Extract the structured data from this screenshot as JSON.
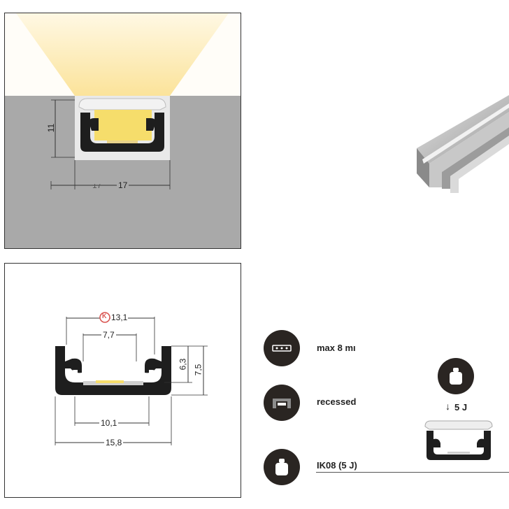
{
  "top_panel": {
    "dimension_height": "11",
    "dimension_width_left": "17",
    "dimension_width": "17",
    "colors": {
      "light": "#fbe9a6",
      "wall": "#a9a9a9",
      "led": "#f6dd6b",
      "profile": "#1e1e1e"
    }
  },
  "bottom_panel": {
    "dim_diffuser_width": "13,1",
    "dim_inner_top": "7,7",
    "dim_inner_height": "6,3",
    "dim_outer_height": "7,5",
    "dim_base_inner": "10,1",
    "dim_base_outer": "15,8",
    "marker_letter": "K"
  },
  "features": [
    {
      "icon": "led-strip-icon",
      "label": "max 8 mı"
    },
    {
      "icon": "recessed-mount-icon",
      "label": "recessed"
    },
    {
      "icon": "impact-weight-icon",
      "label": "IK08 (5 J)"
    }
  ],
  "impact_diagram": {
    "icon": "impact-weight-icon",
    "energy_label": "5 J"
  }
}
